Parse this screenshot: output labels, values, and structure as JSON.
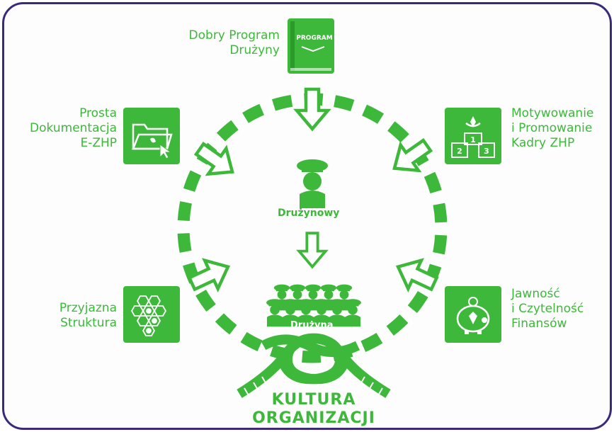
{
  "colors": {
    "accent": "#3db83a",
    "border": "#3b2a7a",
    "background": "#fcfdfc"
  },
  "nodes": {
    "top": {
      "label": "Dobry Program\nDrużyny",
      "icon": "program-book-icon",
      "icon_text": "PROGRAM"
    },
    "left_upper": {
      "label": "Prosta\nDokumentacja\nE-ZHP",
      "icon": "folder-cursor-icon"
    },
    "right_upper": {
      "label": "Motywowanie\ni Promowanie\nKadry ZHP",
      "icon": "podium-icon",
      "podium": [
        "1",
        "2",
        "3"
      ]
    },
    "left_lower": {
      "label": "Przyjazna\nStruktura",
      "icon": "honeycomb-icon"
    },
    "right_lower": {
      "label": "Jawność\ni Czytelność\nFinansów",
      "icon": "piggy-bank-icon"
    }
  },
  "center": {
    "leader_label": "Drużynowy",
    "team_label": "Drużyna"
  },
  "base": {
    "line1": "KULTURA",
    "line2": "ORGANIZACJI"
  }
}
